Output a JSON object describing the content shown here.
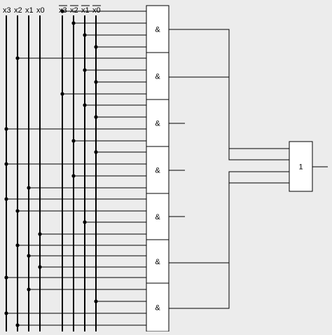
{
  "inputs": [
    {
      "label": "x3",
      "inverted": false
    },
    {
      "label": "x2",
      "inverted": false
    },
    {
      "label": "x1",
      "inverted": false
    },
    {
      "label": "x0",
      "inverted": false
    },
    {
      "label": "x3",
      "inverted": true
    },
    {
      "label": "x2",
      "inverted": true
    },
    {
      "label": "x1",
      "inverted": true
    },
    {
      "label": "x0",
      "inverted": true
    }
  ],
  "and_gates": [
    {
      "symbol": "&",
      "output_used": true
    },
    {
      "symbol": "&",
      "output_used": true
    },
    {
      "symbol": "&",
      "output_used": false
    },
    {
      "symbol": "&",
      "output_used": false
    },
    {
      "symbol": "&",
      "output_used": false
    },
    {
      "symbol": "&",
      "output_used": true
    },
    {
      "symbol": "&",
      "output_used": true
    }
  ],
  "or_gate": {
    "symbol": "1",
    "input_count": 4
  },
  "colors": {
    "background": "#ececec",
    "gate_fill": "#ffffff",
    "line": "#000000"
  }
}
